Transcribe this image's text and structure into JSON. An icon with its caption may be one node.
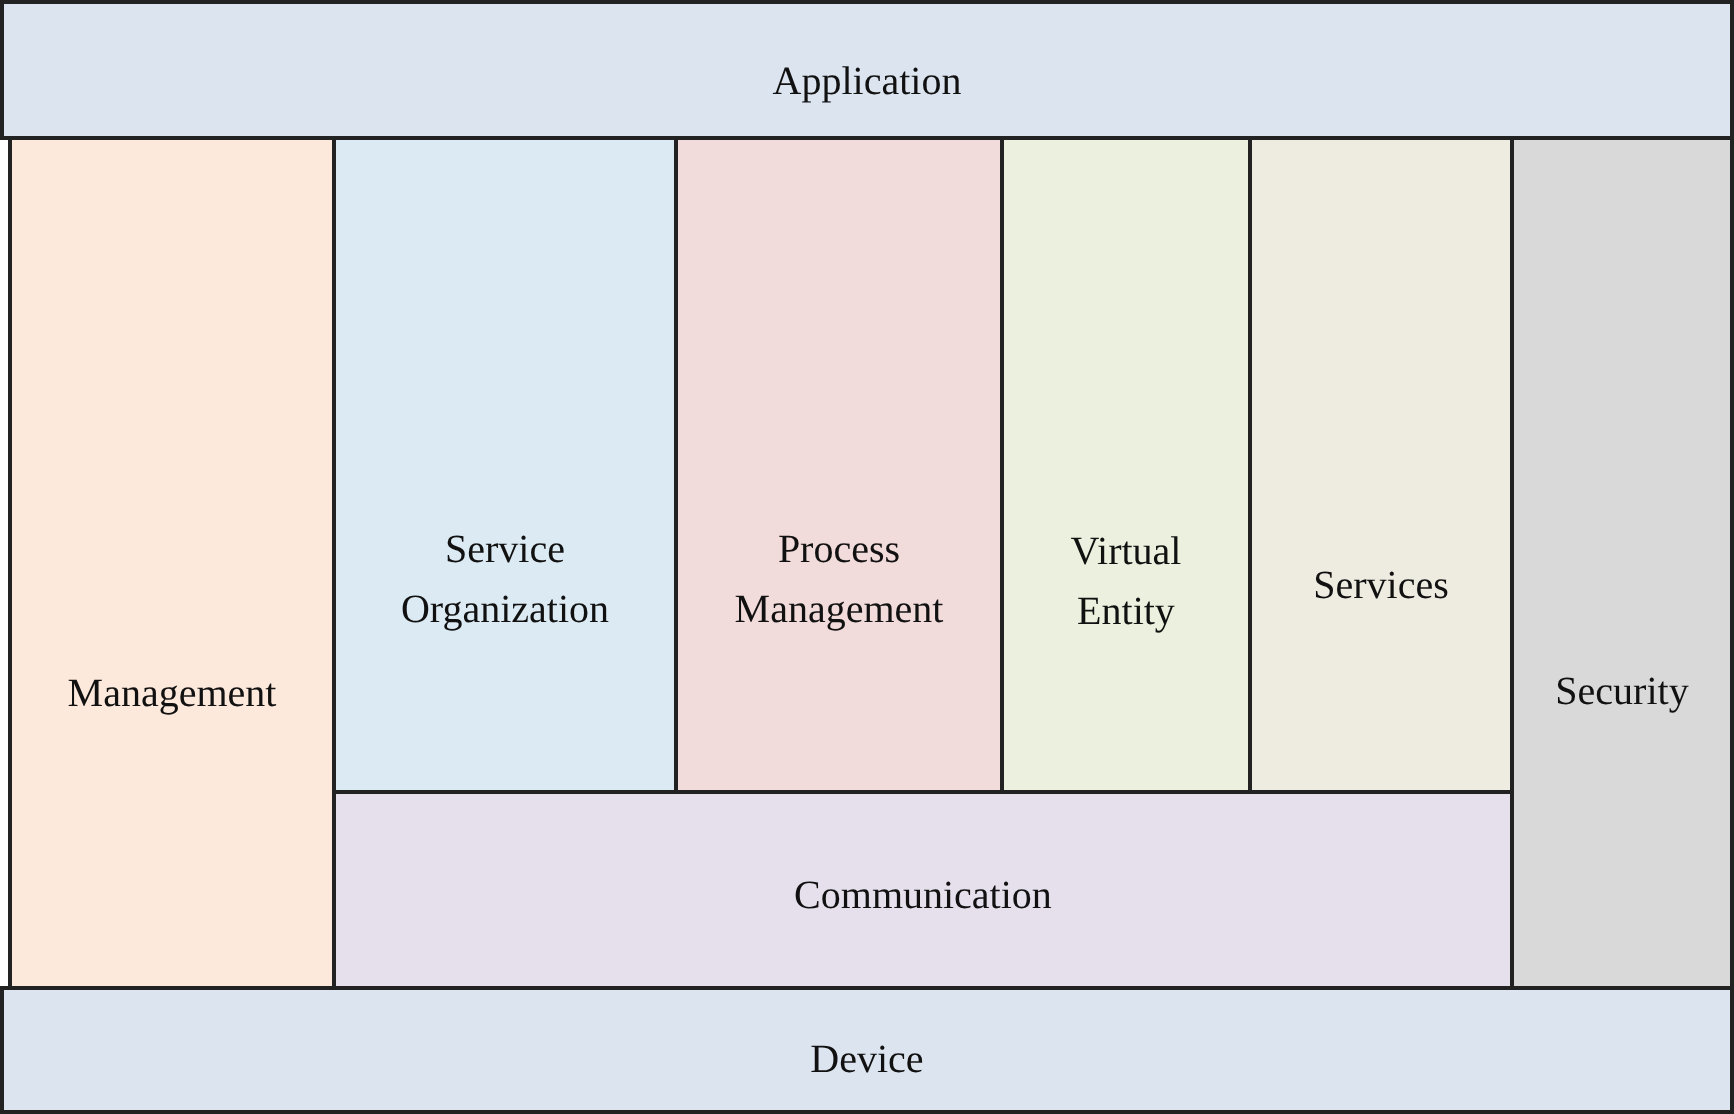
{
  "diagram": {
    "nodes": [
      {
        "text": [
          "Application"
        ]
      },
      {
        "text": [
          "Management"
        ]
      },
      {
        "text": [
          "Service Organization"
        ]
      },
      {
        "text": [
          "Process Management"
        ]
      },
      {
        "text": [
          "Virtual Entity"
        ]
      },
      {
        "text": [
          "Services"
        ]
      },
      {
        "text": [
          "Security"
        ]
      },
      {
        "text": [
          "Communication"
        ]
      },
      {
        "text": [
          "Device"
        ]
      }
    ],
    "edges": []
  }
}
